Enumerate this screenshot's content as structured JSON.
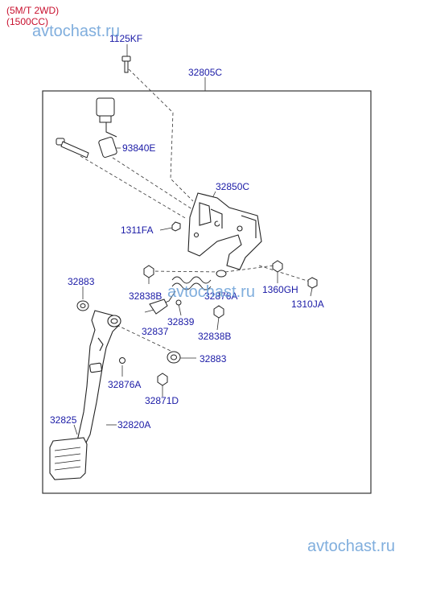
{
  "variant": {
    "line1": "(5M/T 2WD)",
    "line2": "(1500CC)",
    "color": "#c8102e"
  },
  "watermarks": [
    "avtochast.ru",
    "avtochast.ru",
    "avtochast.ru"
  ],
  "colors": {
    "label": "#1a1aa6",
    "line": "#333333",
    "watermark": "#6aa0d8"
  },
  "labels": {
    "l_1125KF": "1125KF",
    "l_32805C": "32805C",
    "l_93840E": "93840E",
    "l_32850C": "32850C",
    "l_1311FA": "1311FA",
    "l_32883a": "32883",
    "l_32838Ba": "32838B",
    "l_32876A_top": "32876A",
    "l_1360GH": "1360GH",
    "l_1310JA": "1310JA",
    "l_32837": "32837",
    "l_32839": "32839",
    "l_32838Bb": "32838B",
    "l_32883b": "32883",
    "l_32876Ab": "32876A",
    "l_32871D": "32871D",
    "l_32825": "32825",
    "l_32820A": "32820A"
  }
}
